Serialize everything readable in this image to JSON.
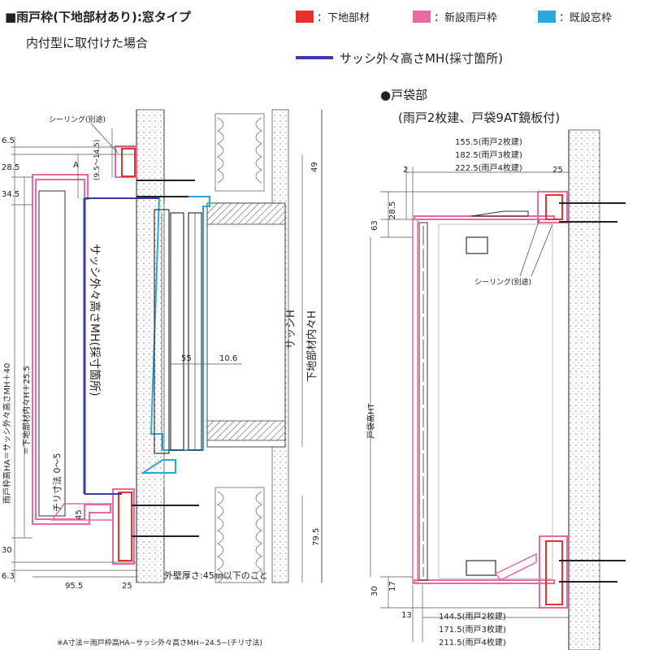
{
  "header": {
    "title_line1": "■雨戸枠(下地部材あり):窓タイプ",
    "title_line2": "内付型に取付けた場合",
    "right_title_line1": "●戸袋部",
    "right_title_line2": "(雨戸2枚建、戸袋9AT鏡板付)"
  },
  "legend": {
    "items": [
      {
        "label": "：下地部材",
        "color": "#e8312f"
      },
      {
        "label": "：新設雨戸枠",
        "color": "#e86aa2"
      },
      {
        "label": "：既設窓枠",
        "color": "#2aa7dd"
      }
    ],
    "sash_line": {
      "label": "サッシ外々高さMH(採寸箇所)",
      "color": "#3a3aaa"
    }
  },
  "left": {
    "sealing": "シーリング(別途)",
    "dims_left": [
      "6.5",
      "28.5",
      "34.5",
      "30",
      "6.3"
    ],
    "dim_A": "A",
    "dim_range": "(9.5〜14.5)",
    "dim_49": "49",
    "dim_45": "45",
    "dim_79_5": "79.5",
    "dim_95_5": "95.5",
    "dim_25": "25",
    "dim_55": "55",
    "dim_10_6": "10.6",
    "vertical_HA": "雨戸枠高HA＝サッシ外々高さMH＋40",
    "vertical_H25": "＝下地部材内々H＋25.5",
    "vertical_chiri": "チリ寸法 0〜5",
    "vertical_MH": "サッシ外々高さMH(採寸箇所)",
    "vertical_sash_H": "サッシH",
    "vertical_inner_H": "下地部材内々H",
    "wall_note": "外壁厚さ:45㎜以下のこと",
    "footnote": "※A寸法＝雨戸枠高HA−サッシ外々高さMH−24.5−(チリ寸法)"
  },
  "right": {
    "top_dims": [
      "155.5(雨戸2枚建)",
      "182.5(雨戸3枚建)",
      "222.5(雨戸4枚建)"
    ],
    "dim_2": "2",
    "dim_25": "25",
    "dim_28_5": "28.5",
    "dim_63": "63",
    "sealing": "シーリング(別途)",
    "vertical_HT": "戸袋高HT",
    "dim_30": "30",
    "dim_17": "17",
    "dim_13": "13",
    "bottom_dims": [
      "144.5(雨戸2枚建)",
      "171.5(雨戸3枚建)",
      "211.5(雨戸4枚建)"
    ]
  }
}
